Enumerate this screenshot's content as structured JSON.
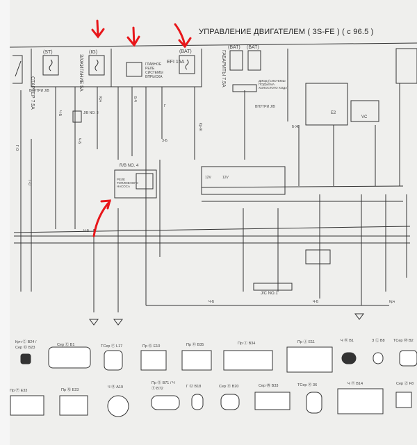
{
  "title": "УПРАВЛЕНИЕ ДВИГАТЕЛЕМ ( 3S-FE ) ( с 96.5 )",
  "fuses": {
    "st": "(ST)",
    "ig": "(IG)",
    "bat1": "(BAT)",
    "bat2": "(BAT)",
    "bat3": "(BAT)",
    "starter": "СТАРТЕР 7.5A",
    "ignition": "ЗАЖИГАНИЕ 5A",
    "efi": "EFI 15A",
    "tail": "ГАБАРИТЫ 7.5A"
  },
  "labels": {
    "main_relay": "ГЛАВНОЕ РЕЛЕ СИСТЕМЫ ВПРЫСКА",
    "inside_jb": "ВНУТРИ J/B",
    "inside_jb2": "ВНУТРИ J/B",
    "jb3": "J/B NO. 3",
    "rb4": "R/B NO. 4",
    "fuel_relay": "РЕЛЕ ТОПЛИВНОГО НАСОСА",
    "diode": "ДИОД (СИСТЕМЫ ПОДЪЕМА ХОЛОСТОГО ХОДА)",
    "jc1": "J/C NO.1",
    "v12a": "12V",
    "v12b": "12V",
    "e2": "E2",
    "vc": "VC"
  },
  "wire_codes": [
    "Ч-Б",
    "Ч-Б",
    "Крч",
    "Б-Ч",
    "Г",
    "З-Б",
    "Кр-Ж",
    "Г-О",
    "Г-О",
    "Ч-Б",
    "Крч",
    "Ч-Б",
    "Ч-Б",
    "Б-Ж"
  ],
  "annotations": {
    "arrow_color": "#e8161a"
  },
  "connectors_row1": [
    {
      "label": "Крч Ⓒ B24 / Сер Ⓓ B23"
    },
    {
      "label": "Сер Ⓔ B1"
    },
    {
      "label": "TСер Ⓕ L17"
    },
    {
      "label": "Пр Ⓖ E10"
    },
    {
      "label": "Пр Ⓗ B35"
    },
    {
      "label": "Пр Ⓘ B34"
    },
    {
      "label": "Пр Ⓙ E11"
    },
    {
      "label": "Ч Ⓚ B1"
    },
    {
      "label": "З Ⓛ B8"
    },
    {
      "label": "TСер Ⓜ B2"
    }
  ],
  "connectors_row2": [
    {
      "label": "Пр Ⓟ E33"
    },
    {
      "label": "Пр Ⓠ E23"
    },
    {
      "label": "Ч Ⓡ A19"
    },
    {
      "label": "Пр Ⓢ B71 / Ч Ⓣ B72"
    },
    {
      "label": "Г Ⓤ B18"
    },
    {
      "label": "Сер Ⓥ B20"
    },
    {
      "label": "Сер Ⓦ B33"
    },
    {
      "label": "TСер Ⓧ 36"
    },
    {
      "label": "Ч Ⓨ B14"
    },
    {
      "label": "Сер Ⓩ F8"
    }
  ]
}
